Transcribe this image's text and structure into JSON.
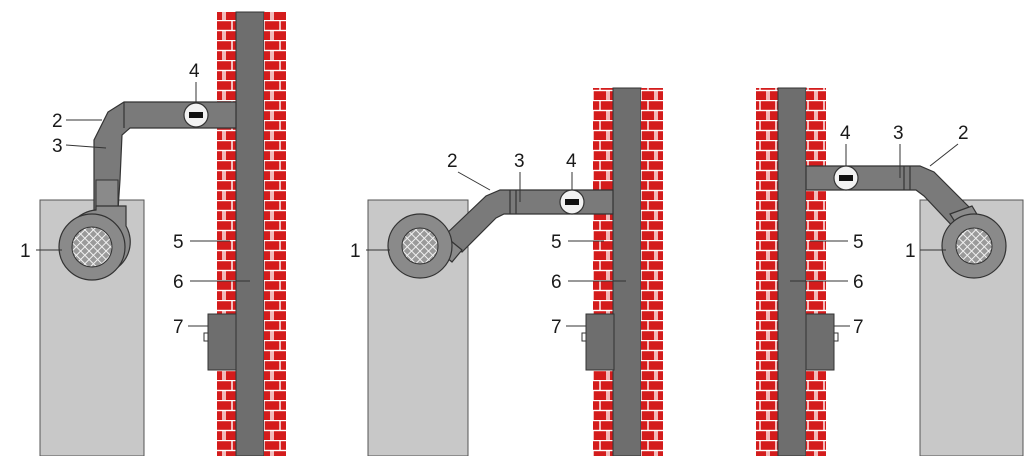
{
  "colors": {
    "background": "#ffffff",
    "appliance": "#c8c8c8",
    "duct": "#7a7a7a",
    "chimney_flue": "#6e6e6e",
    "brick": "#d41c1c",
    "mortar": "#ffffff",
    "outline": "#333333"
  },
  "diagrams": [
    {
      "labels": [
        "1",
        "2",
        "3",
        "4",
        "5",
        "6",
        "7"
      ]
    },
    {
      "labels": [
        "1",
        "2",
        "3",
        "4",
        "5",
        "6",
        "7"
      ]
    },
    {
      "labels": [
        "1",
        "2",
        "3",
        "4",
        "5",
        "6",
        "7"
      ]
    }
  ],
  "icons": {
    "damper": "minus-circle-icon",
    "fan_grille": "crosshatch-circle-icon"
  }
}
